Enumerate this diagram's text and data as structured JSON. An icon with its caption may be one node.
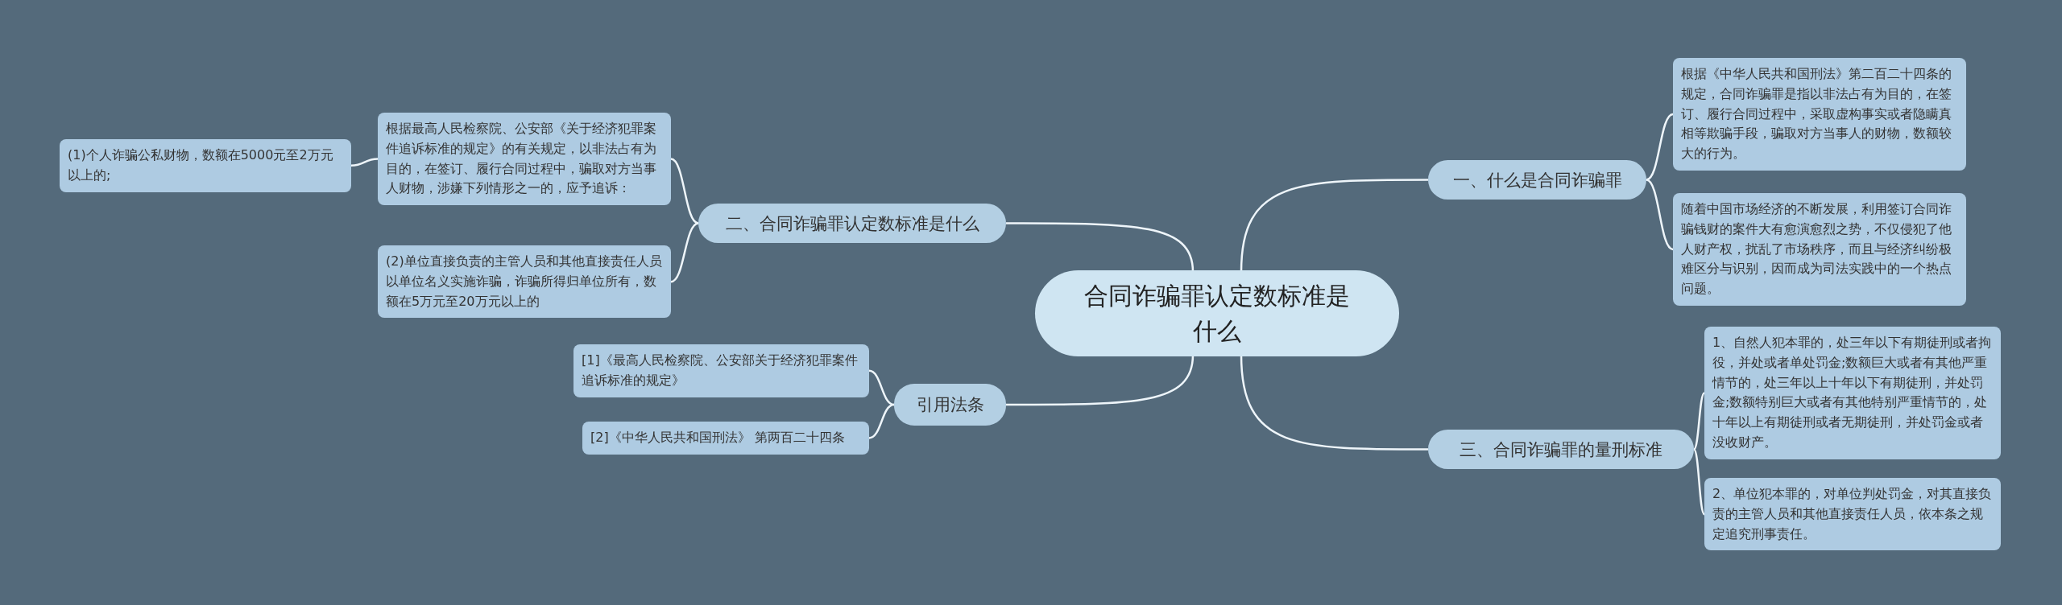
{
  "diagram": {
    "nodes": [
      {
        "text": [
          "合同诈骗罪认定数标准是什么"
        ]
      },
      {
        "text": [
          "一、什么是合同诈骗罪"
        ]
      },
      {
        "text": [
          "根据《中华人民共和国刑法》第二百二十四条的规定，合同诈骗罪是指以非法占有为目的，在签订、履行合同过程中，采取虚构事实或者隐瞒真相等欺骗手段，骗取对方当事人的财物，数额较大的行为。"
        ]
      },
      {
        "text": [
          "随着中国市场经济的不断发展，利用签订合同诈骗钱财的案件大有愈演愈烈之势，不仅侵犯了他人财产权，扰乱了市场秩序，而且与经济纠纷极难区分与识别，因而成为司法实践中的一个热点问题。"
        ]
      },
      {
        "text": [
          "二、合同诈骗罪认定数标准是什么"
        ]
      },
      {
        "text": [
          "根据最高人民检察院、公安部《关于经济犯罪案件追诉标准的规定》的有关规定，以非法占有为目的，在签订、履行合同过程中，骗取对方当事人财物，涉嫌下列情形之一的，应予追诉："
        ]
      },
      {
        "text": [
          "(1)个人诈骗公私财物，数额在5000元至2万元以上的;"
        ]
      },
      {
        "text": [
          "(2)单位直接负责的主管人员和其他直接责任人员以单位名义实施诈骗，诈骗所得归单位所有，数额在5万元至20万元以上的"
        ]
      },
      {
        "text": [
          "引用法条"
        ]
      },
      {
        "text": [
          "[1]《最高人民检察院、公安部关于经济犯罪案件追诉标准的规定》"
        ]
      },
      {
        "text": [
          "[2]《中华人民共和国刑法》 第两百二十四条"
        ]
      },
      {
        "text": [
          "三、合同诈骗罪的量刑标准"
        ]
      },
      {
        "text": [
          "1、自然人犯本罪的，处三年以下有期徒刑或者拘役，并处或者单处罚金;数额巨大或者有其他严重情节的，处三年以上十年以下有期徒刑，并处罚金;数额特别巨大或者有其他特别严重情节的，处十年以上有期徒刑或者无期徒刑，并处罚金或者没收财产。"
        ]
      },
      {
        "text": [
          "2、单位犯本罪的，对单位判处罚金，对其直接负责的主管人员和其他直接责任人员，依本条之规定追究刑事责任。"
        ]
      }
    ],
    "edges": [
      {
        "from": 0,
        "to": 1,
        "arrow": "none"
      },
      {
        "from": 1,
        "to": 2,
        "arrow": "none"
      },
      {
        "from": 1,
        "to": 3,
        "arrow": "none"
      },
      {
        "from": 0,
        "to": 4,
        "arrow": "none"
      },
      {
        "from": 4,
        "to": 5,
        "arrow": "none"
      },
      {
        "from": 5,
        "to": 6,
        "arrow": "none"
      },
      {
        "from": 4,
        "to": 7,
        "arrow": "none"
      },
      {
        "from": 0,
        "to": 8,
        "arrow": "none"
      },
      {
        "from": 8,
        "to": 9,
        "arrow": "none"
      },
      {
        "from": 8,
        "to": 10,
        "arrow": "none"
      },
      {
        "from": 0,
        "to": 11,
        "arrow": "none"
      },
      {
        "from": 11,
        "to": 12,
        "arrow": "none"
      },
      {
        "from": 11,
        "to": 13,
        "arrow": "none"
      }
    ]
  }
}
